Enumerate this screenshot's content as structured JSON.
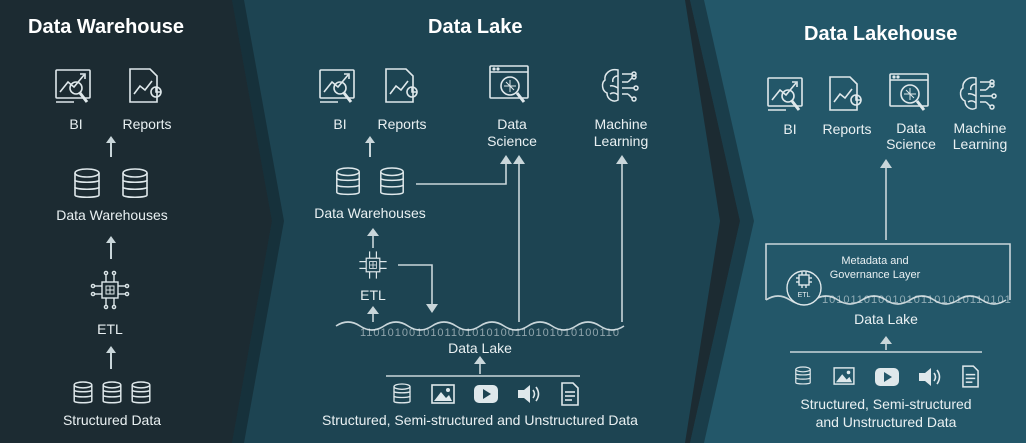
{
  "panels": {
    "warehouse": {
      "title": "Data Warehouse",
      "bi": "BI",
      "reports": "Reports",
      "data_warehouses": "Data Warehouses",
      "etl": "ETL",
      "structured_data": "Structured Data"
    },
    "lake": {
      "title": "Data Lake",
      "bi": "BI",
      "reports": "Reports",
      "data_science_1": "Data",
      "data_science_2": "Science",
      "ml_1": "Machine",
      "ml_2": "Learning",
      "data_warehouses": "Data Warehouses",
      "etl": "ETL",
      "lake_label": "Data Lake",
      "binary": "1101010010101101010100110101010100110",
      "sources": "Structured, Semi-structured and Unstructured Data"
    },
    "lakehouse": {
      "title": "Data Lakehouse",
      "bi": "BI",
      "reports": "Reports",
      "data_science_1": "Data",
      "data_science_2": "Science",
      "ml_1": "Machine",
      "ml_2": "Learning",
      "governance_1": "Metadata and",
      "governance_2": "Governance Layer",
      "etl": "ETL",
      "lake_label": "Data Lake",
      "binary": "10101101001010110101011010101",
      "sources_1": "Structured, Semi-structured",
      "sources_2": "and Unstructured Data"
    }
  },
  "colors": {
    "panel_warehouse": "#1c2b32",
    "panel_lake": "#1d4452",
    "panel_lakehouse": "#235769",
    "line": "#c9d6da",
    "text": "#e9f0f2"
  },
  "icons": [
    "bi-chart-icon",
    "report-icon",
    "data-science-icon",
    "brain-icon",
    "database-icon",
    "chip-icon",
    "image-icon",
    "video-icon",
    "audio-icon",
    "document-icon"
  ]
}
